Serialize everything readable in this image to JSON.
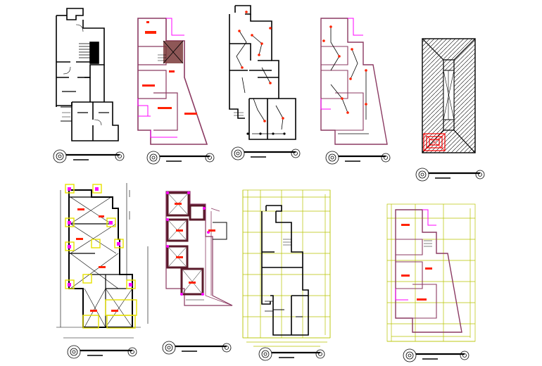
{
  "drawing": {
    "colors": {
      "background": "#ffffff",
      "wall": "#000000",
      "interior_wall": "#7a3a4a",
      "slab_outline": "#8b3a62",
      "magenta": "#ff00ff",
      "label_red": "#ff2200",
      "dim_yellow": "#b8c400",
      "stair_fill": "#7a3a3a",
      "skylight_red": "#ff0000"
    },
    "panels": [
      {
        "id": "plan-1",
        "kind": "floor-plan-outline"
      },
      {
        "id": "plan-2",
        "kind": "floor-plan-colored"
      },
      {
        "id": "plan-3",
        "kind": "electrical-layout"
      },
      {
        "id": "plan-4",
        "kind": "electrical-layout-colored"
      },
      {
        "id": "plan-5",
        "kind": "roof-plan"
      },
      {
        "id": "plan-6",
        "kind": "column-layout"
      },
      {
        "id": "plan-7",
        "kind": "beam-layout"
      },
      {
        "id": "plan-8",
        "kind": "dimensioned-plan"
      },
      {
        "id": "plan-9",
        "kind": "dimensioned-plan-colored"
      }
    ],
    "title_symbols": [
      {
        "id": "title-1"
      },
      {
        "id": "title-2"
      },
      {
        "id": "title-3"
      },
      {
        "id": "title-4"
      },
      {
        "id": "title-5"
      },
      {
        "id": "title-6"
      },
      {
        "id": "title-7"
      },
      {
        "id": "title-8"
      },
      {
        "id": "title-9"
      }
    ]
  }
}
